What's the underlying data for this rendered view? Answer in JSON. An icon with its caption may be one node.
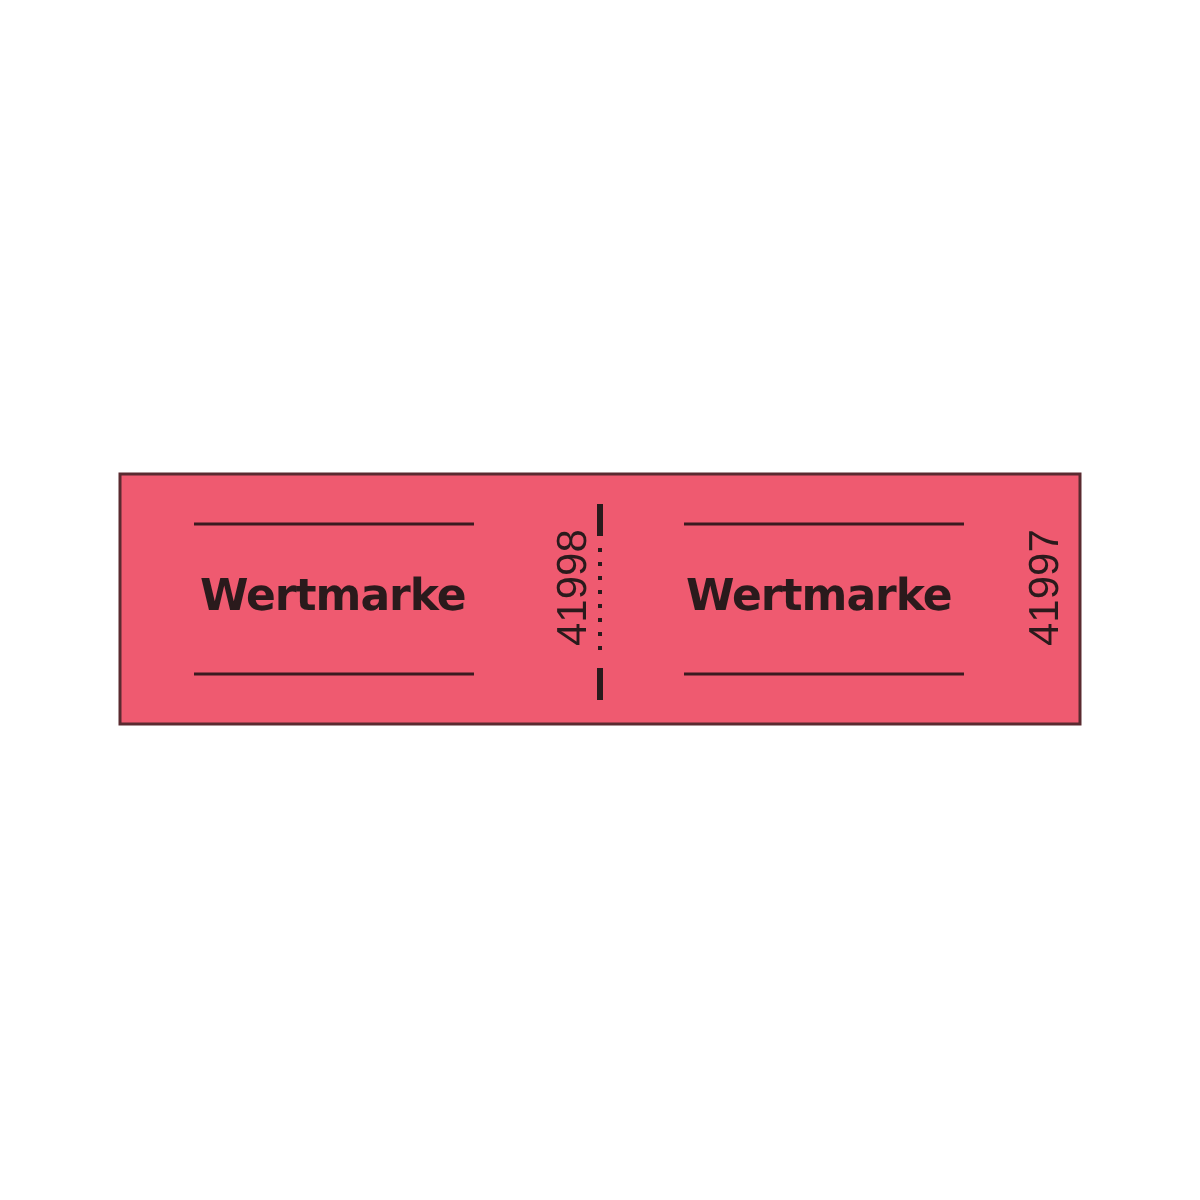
{
  "diagram": {
    "labels": [
      "Wertmarke",
      "41998",
      "Wertmarke",
      "41997"
    ]
  }
}
